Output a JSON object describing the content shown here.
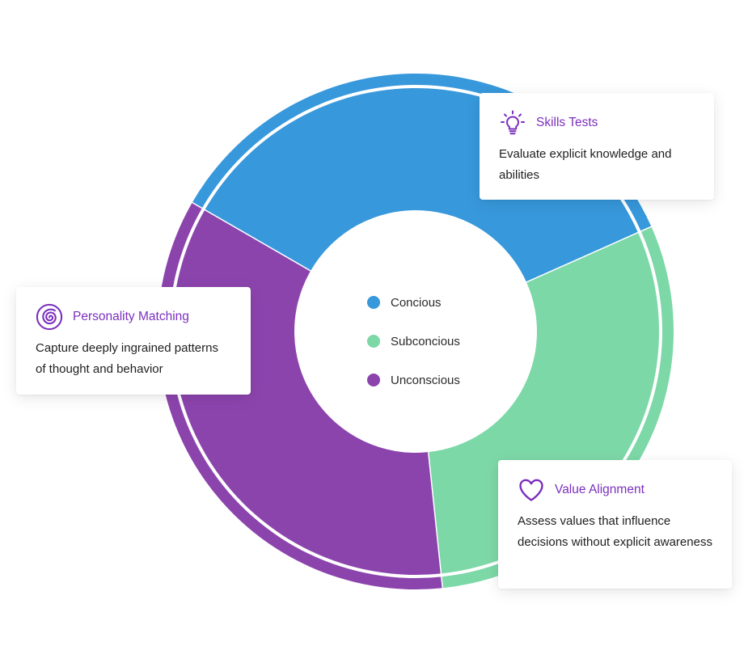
{
  "chart_data": {
    "type": "pie",
    "donut": true,
    "segments": [
      {
        "name": "Concious",
        "share": 0.35,
        "color": "#3798db"
      },
      {
        "name": "Subconcious",
        "share": 0.3,
        "color": "#7dd8a7"
      },
      {
        "name": "Unconscious",
        "share": 0.35,
        "color": "#8c44ad"
      }
    ]
  },
  "legend": {
    "items": [
      {
        "label": "Concious",
        "color": "#3798db"
      },
      {
        "label": "Subconcious",
        "color": "#7dd8a7"
      },
      {
        "label": "Unconscious",
        "color": "#8c44ad"
      }
    ]
  },
  "cards": {
    "skills": {
      "title": "Skills Tests",
      "description": "Evaluate explicit knowledge and abilities",
      "icon": "lightbulb-icon"
    },
    "personality": {
      "title": "Personality Matching",
      "description": "Capture deeply ingrained patterns of thought and behavior",
      "icon": "spiral-icon"
    },
    "value": {
      "title": "Value Alignment",
      "description": "Assess values that influence decisions without explicit awareness",
      "icon": "heart-icon"
    }
  },
  "colors": {
    "accent": "#7b2fbe"
  }
}
